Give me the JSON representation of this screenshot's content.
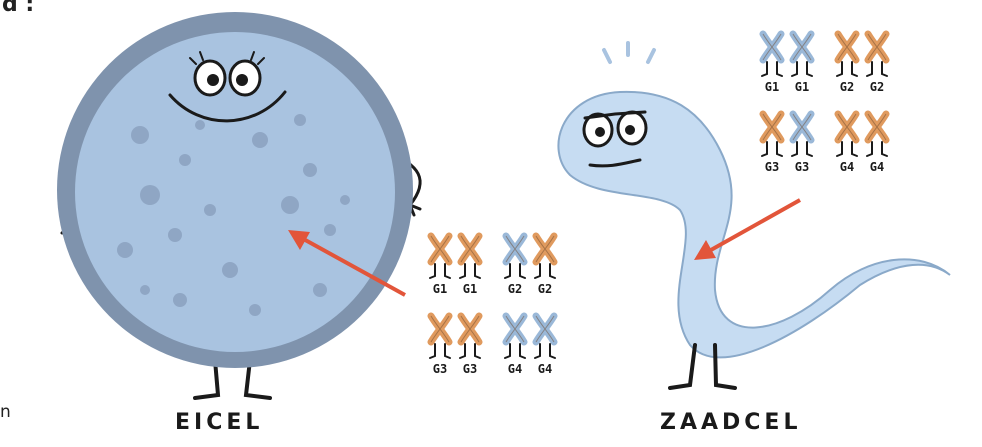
{
  "page_fragments": {
    "top_left": "d :",
    "bottom_left_1": "n",
    "bottom_left_2": ""
  },
  "egg": {
    "label": "EICEL"
  },
  "sperm": {
    "label": "ZAADCEL"
  },
  "colors": {
    "egg_fill": "#a9c3e0",
    "egg_rim": "#7f93ad",
    "egg_spot": "#8fa6c4",
    "sperm_fill": "#c6dcf2",
    "sperm_outline": "#8aa9c9",
    "chrom_orange": "#e09a5e",
    "chrom_blue": "#9ab8d8",
    "arrow": "#e2553a"
  },
  "egg_chromosomes": [
    {
      "label": "G1",
      "color": "orange"
    },
    {
      "label": "G1",
      "color": "orange"
    },
    {
      "label": "G2",
      "color": "blue"
    },
    {
      "label": "G2",
      "color": "orange"
    },
    {
      "label": "G3",
      "color": "orange"
    },
    {
      "label": "G3",
      "color": "orange"
    },
    {
      "label": "G4",
      "color": "blue"
    },
    {
      "label": "G4",
      "color": "blue"
    }
  ],
  "sperm_chromosomes": [
    {
      "label": "G1",
      "color": "blue"
    },
    {
      "label": "G1",
      "color": "blue"
    },
    {
      "label": "G2",
      "color": "orange"
    },
    {
      "label": "G2",
      "color": "orange"
    },
    {
      "label": "G3",
      "color": "orange"
    },
    {
      "label": "G3",
      "color": "blue"
    },
    {
      "label": "G4",
      "color": "orange"
    },
    {
      "label": "G4",
      "color": "orange"
    }
  ]
}
